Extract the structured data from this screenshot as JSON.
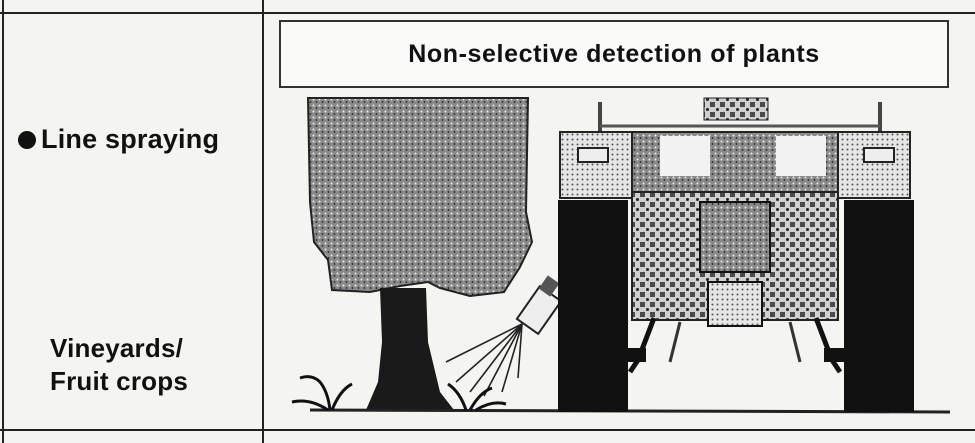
{
  "row": {
    "method_label": "Line spraying",
    "crop_label_line1": "Vineyards/",
    "crop_label_line2": "Fruit crops",
    "banner_text": "Non-selective detection of plants"
  },
  "illustration": {
    "subject": "tractor-mounted sprayer spraying weeds under vine/tree canopy",
    "bullet_color": "#111111"
  }
}
